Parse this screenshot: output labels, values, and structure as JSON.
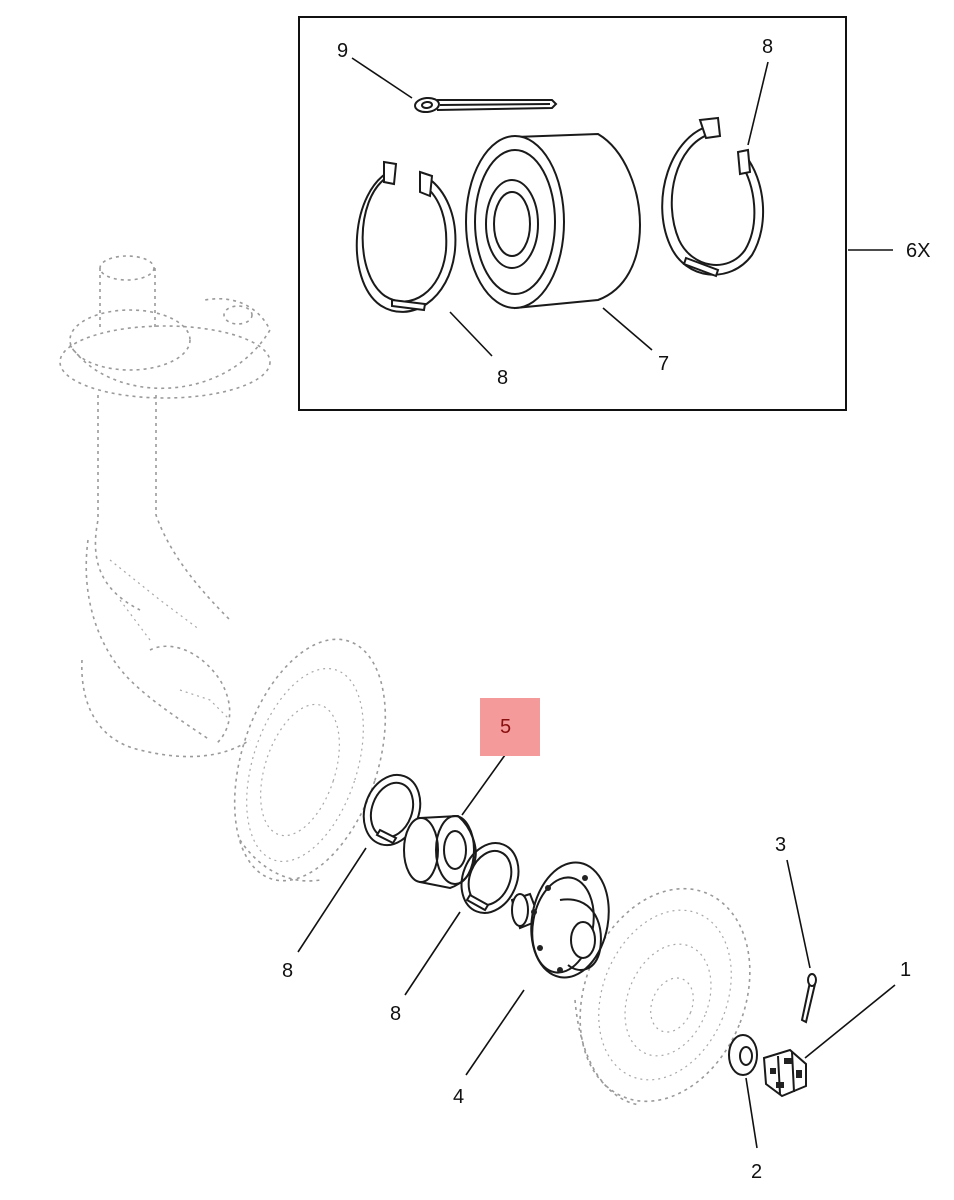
{
  "callouts": {
    "c9": "9",
    "c8_top_right": "8",
    "c6x": "6X",
    "c8_top_left": "8",
    "c7": "7",
    "c5": "5",
    "c3": "3",
    "c1": "1",
    "c8_left": "8",
    "c8_mid": "8",
    "c4": "4",
    "c2": "2"
  },
  "highlight": {
    "label": "5",
    "color": "#f49a9a"
  }
}
